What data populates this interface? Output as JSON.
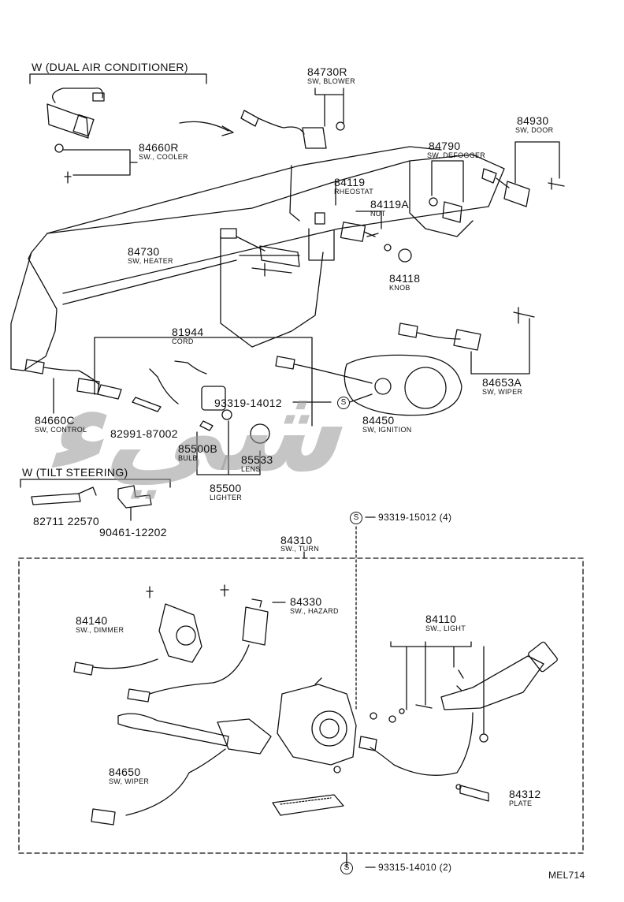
{
  "diagram_id": "MEL714",
  "sections": {
    "dual_ac": "W (DUAL AIR CONDITIONER)",
    "tilt_steering": "W (TILT STEERING)"
  },
  "parts": {
    "p84730R": {
      "num": "84730R",
      "name": "SW, BLOWER"
    },
    "p84930": {
      "num": "84930",
      "name": "SW, DOOR"
    },
    "p84790": {
      "num": "84790",
      "name": "SW, DEFOGGER"
    },
    "p84660R": {
      "num": "84660R",
      "name": "SW., COOLER"
    },
    "p84119": {
      "num": "84119",
      "name": "RHEOSTAT"
    },
    "p84119A": {
      "num": "84119A",
      "name": "NUT"
    },
    "p84730": {
      "num": "84730",
      "name": "SW, HEATER"
    },
    "p84118": {
      "num": "84118",
      "name": "KNOB"
    },
    "p81944": {
      "num": "81944",
      "name": "CORD"
    },
    "p84653A": {
      "num": "84653A",
      "name": "SW, WIPER"
    },
    "p93319_14012": {
      "num": "93319-14012"
    },
    "p84450": {
      "num": "84450",
      "name": "SW, IGNITION"
    },
    "p84660C": {
      "num": "84660C",
      "name": "SW, CONTROL"
    },
    "p82991": {
      "num": "82991-87002"
    },
    "p85500B": {
      "num": "85500B",
      "name": "BULB"
    },
    "p85533": {
      "num": "85533",
      "name": "LENS"
    },
    "p85500": {
      "num": "85500",
      "name": "LIGHTER"
    },
    "p82711": {
      "num": "82711 22570"
    },
    "p90461": {
      "num": "90461-12202"
    },
    "p93319_15012": {
      "num": "93319-15012 (4)"
    },
    "p84310": {
      "num": "84310",
      "name": "SW., TURN"
    },
    "p84330": {
      "num": "84330",
      "name": "SW., HAZARD"
    },
    "p84140": {
      "num": "84140",
      "name": "SW., DIMMER"
    },
    "p84110": {
      "num": "84110",
      "name": "SW., LIGHT"
    },
    "p84650": {
      "num": "84650",
      "name": "SW, WIPER"
    },
    "p84312": {
      "num": "84312",
      "name": "PLATE"
    },
    "p93315": {
      "num": "93315-14010 (2)"
    }
  },
  "s_mark": "S",
  "watermark": "شيء",
  "colors": {
    "ink": "#111111",
    "watermark": "#969696"
  }
}
